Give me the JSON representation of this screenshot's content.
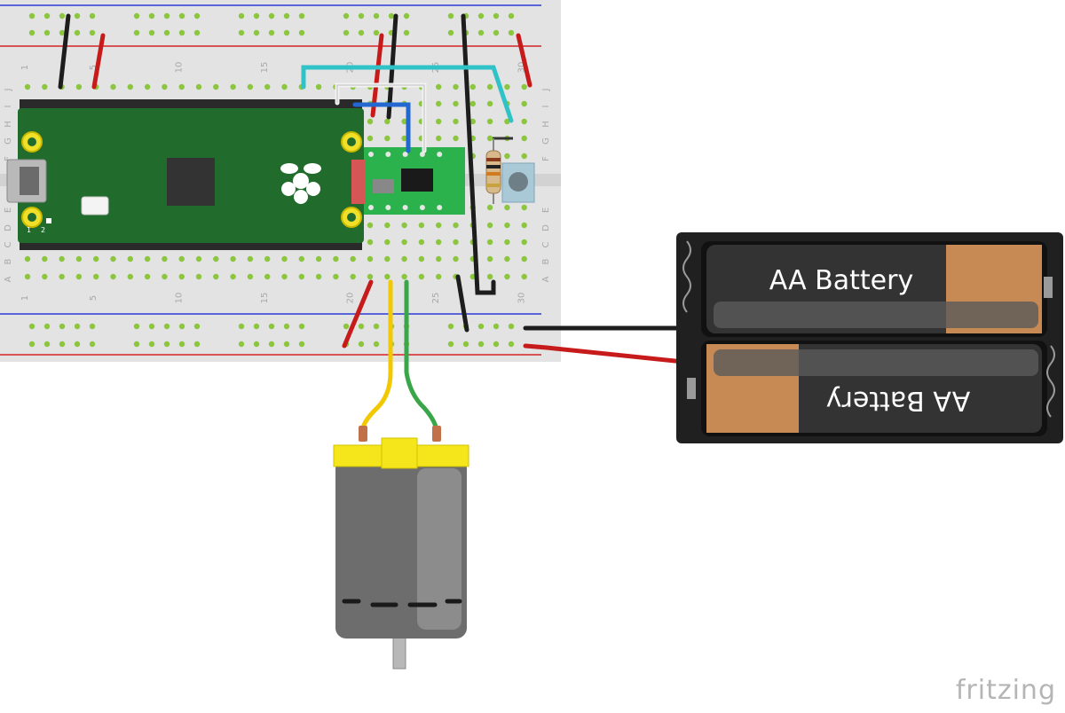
{
  "breadboard": {
    "columns": 30,
    "upper_row_letters": [
      "J",
      "I",
      "H",
      "G",
      "F"
    ],
    "lower_row_letters": [
      "E",
      "D",
      "C",
      "B",
      "A"
    ],
    "column_numbers_top": [
      "1",
      "5",
      "10",
      "15",
      "20",
      "25",
      "30"
    ],
    "column_numbers_bottom": [
      "1",
      "5",
      "10",
      "15",
      "20",
      "25",
      "30"
    ]
  },
  "pico": {
    "pin_labels": [
      "1",
      "2"
    ]
  },
  "battery": {
    "cell_label": "AA Battery"
  },
  "watermark": "fritzing",
  "colors": {
    "breadboard": "#e2e2e2",
    "hole": "#8cc63f",
    "pico_green": "#216b2c",
    "rail_blue": "#2a3bd4",
    "rail_red": "#d42424",
    "wire_red": "#c71b1b",
    "wire_black": "#1d1d1d",
    "wire_yellow": "#f2c800",
    "wire_green": "#3aa64a",
    "wire_cyan": "#2fc3c8",
    "wire_blue": "#2368d0",
    "motor_grey": "#6d6d6d",
    "motor_cap": "#f5e61b",
    "battery_body": "#202020",
    "battery_copper": "#c88a54"
  }
}
